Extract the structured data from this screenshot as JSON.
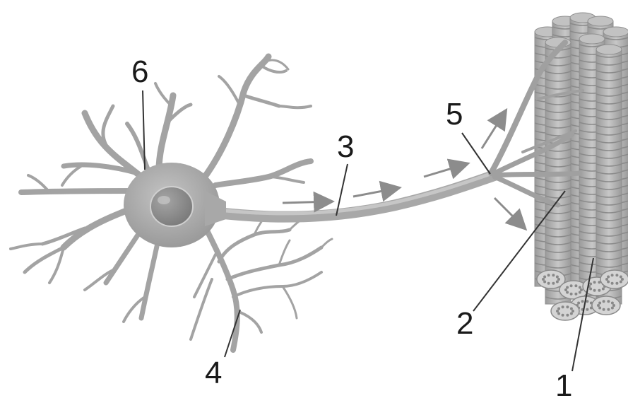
{
  "labels": {
    "l1": "1",
    "l2": "2",
    "l3": "3",
    "l4": "4",
    "l5": "5",
    "l6": "6"
  },
  "colors": {
    "neuron_fill": "#a9a9a9",
    "neuron_light": "#c9c9c9",
    "nucleus": "#8a8a8a",
    "muscle_fill": "#b3b3b3",
    "muscle_dark": "#8f8f8f",
    "arrow": "#8c8c8c",
    "leader_line": "#333333",
    "text": "#1a1a1a"
  }
}
